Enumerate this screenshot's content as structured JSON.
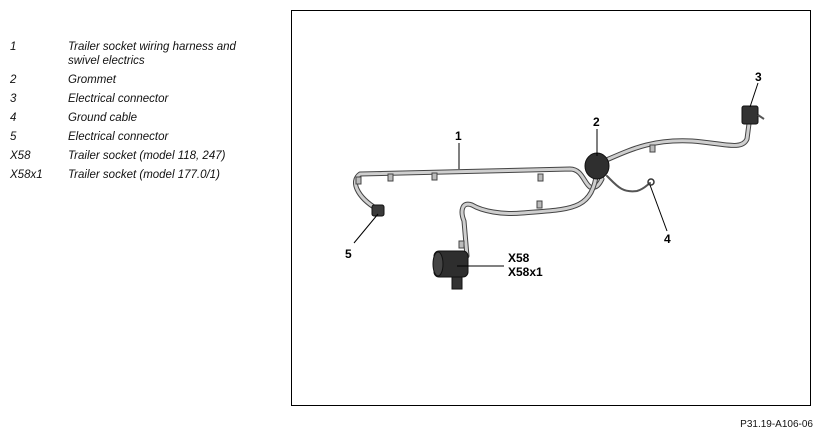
{
  "legend": [
    {
      "key": "1",
      "text": "Trailer socket wiring harness and swivel electrics"
    },
    {
      "key": "2",
      "text": "Grommet"
    },
    {
      "key": "3",
      "text": "Electrical connector"
    },
    {
      "key": "4",
      "text": "Ground cable"
    },
    {
      "key": "5",
      "text": "Electrical connector"
    },
    {
      "key": "X58",
      "text": "Trailer socket (model 118, 247)"
    },
    {
      "key": "X58x1",
      "text": "Trailer socket (model 177.0/1)"
    }
  ],
  "callouts": {
    "c1": "1",
    "c2": "2",
    "c3": "3",
    "c4": "4",
    "c5": "5",
    "x58": "X58",
    "x58x1": "X58x1"
  },
  "figure_code": "P31.19-A106-06"
}
